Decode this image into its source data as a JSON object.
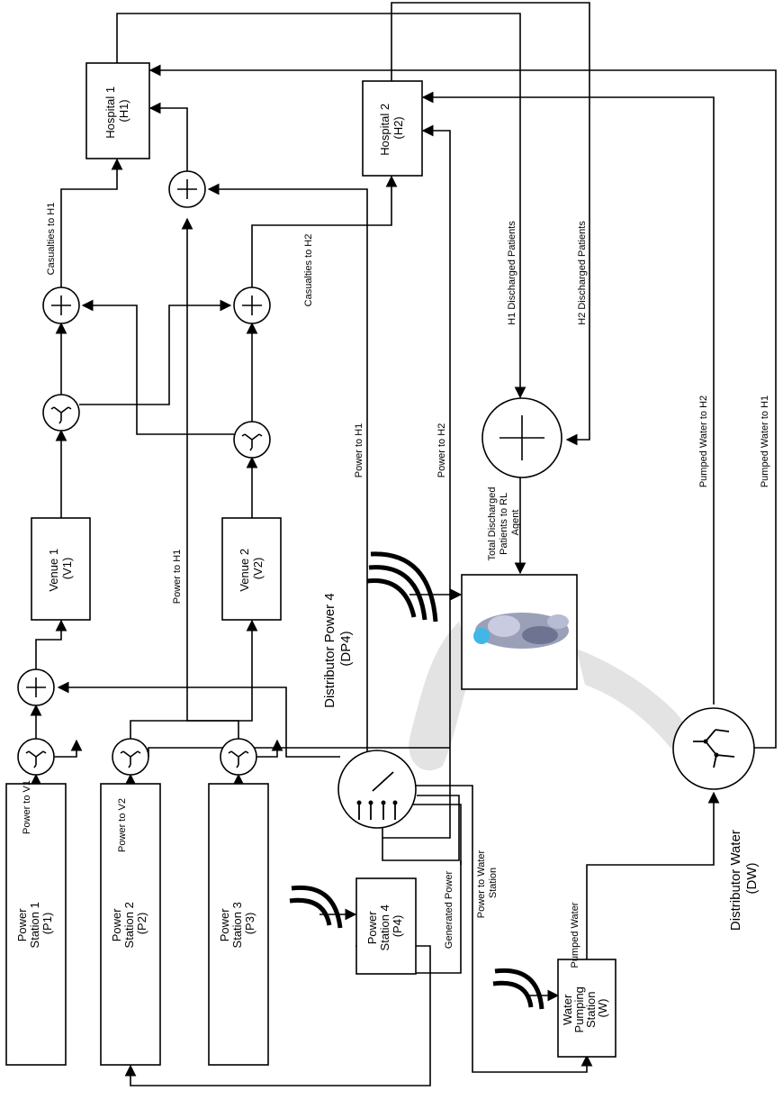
{
  "blocks": {
    "hospital1": [
      "Hospital 1",
      "(H1)"
    ],
    "hospital2": [
      "Hospital 2",
      "(H2)"
    ],
    "venue1": [
      "Venue 1",
      "(V1)"
    ],
    "venue2": [
      "Venue 2",
      "(V2)"
    ],
    "power_station1": [
      "Power",
      "Station 1",
      "(P1)"
    ],
    "power_station2": [
      "Power",
      "Station 2",
      "(P2)"
    ],
    "power_station3": [
      "Power",
      "Station 3",
      "(P3)"
    ],
    "power_station4": [
      "Power",
      "Station 4",
      "(P4)"
    ],
    "water_station": [
      "Water",
      "Pumping",
      "Station",
      "(W)"
    ],
    "distributor_power": [
      "Distributor Power 4",
      "(DP4)"
    ],
    "distributor_water": [
      "Distributor Water",
      "(DW)"
    ],
    "total_discharged": [
      "Total Discharged",
      "Patients to RL",
      "Agent"
    ]
  },
  "signals": {
    "casualties_h1": "Casualties to H1",
    "casualties_h2": "Casualties to H2",
    "h1_discharged": "H1 Discharged Patients",
    "h2_discharged": "H2 Discharged Patients",
    "power_h1_top": "Power to H1",
    "power_h2": "Power to H2",
    "power_h1_mid": "Power to H1",
    "pumped_h2": "Pumped Water to H2",
    "pumped_h1": "Pumped Water to H1",
    "power_v1": "Power to V1",
    "power_v2": "Power to V2",
    "generated_power": "Generated Power",
    "power_water": [
      "Power to Water",
      "Station"
    ],
    "pumped_water": "Pumped Water"
  }
}
